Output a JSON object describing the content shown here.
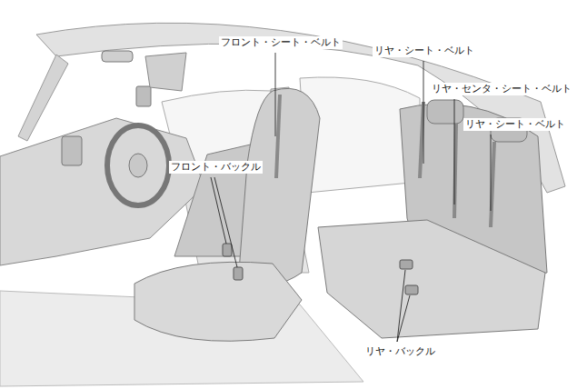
{
  "diagram": {
    "labels": [
      "フロント・シート・ベルト",
      "リヤ・シート・ベルト",
      "リヤ・センタ・シート・ベルト",
      "リヤ・シート・ベルト",
      "フロント・バックル",
      "リヤ・バックル"
    ]
  }
}
